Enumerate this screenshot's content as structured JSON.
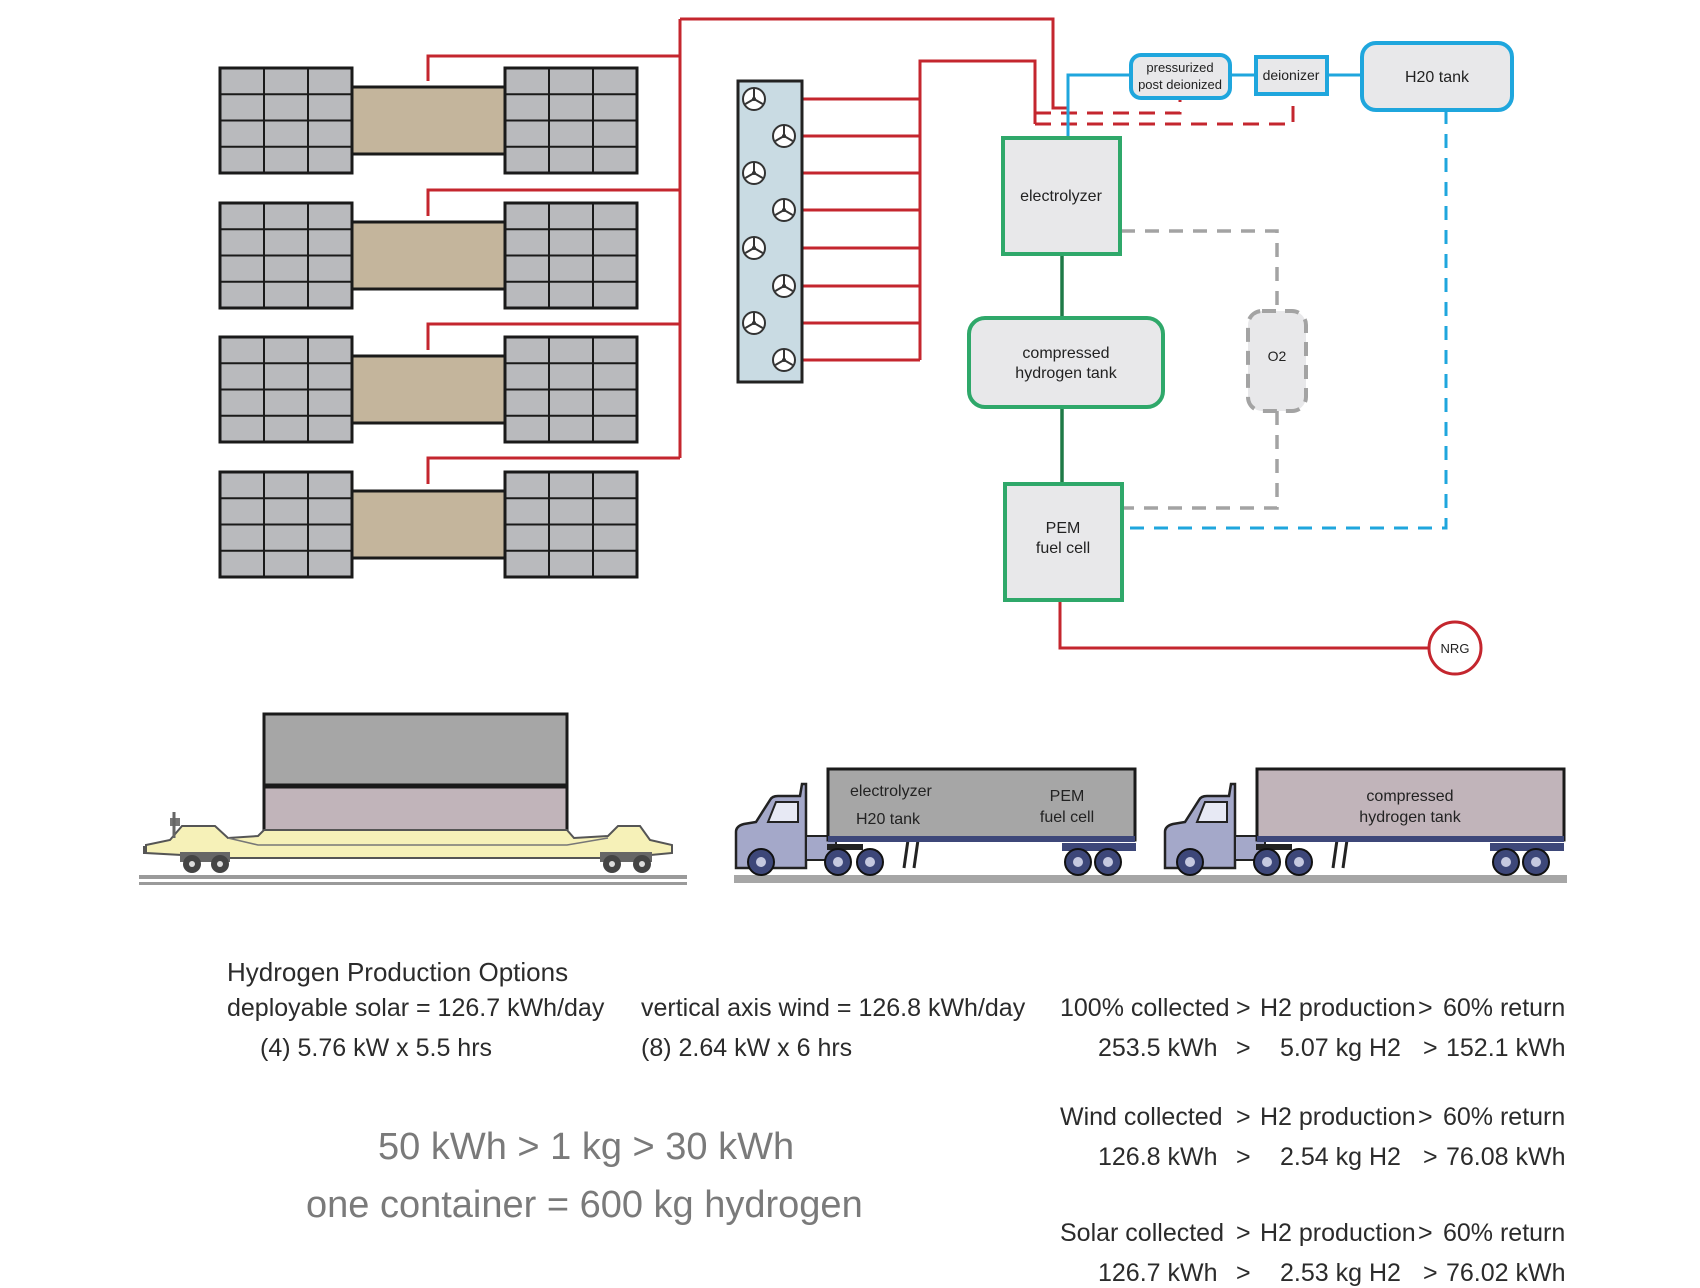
{
  "colors": {
    "red_line": "#c4262e",
    "blue_line": "#1fa6dd",
    "green_line": "#2fa86a",
    "dark_green_line": "#1e7a47",
    "gray_dash": "#a3a3a3",
    "panel_gray": "#b9babd",
    "battery_tan": "#c4b59c",
    "turbine_panel": "#c9dbe3",
    "box_fill": "#e8e8ea",
    "container_gray": "#a6a6a6",
    "container_mauve": "#c1b4ba",
    "railcar_yellow": "#f6f1b8",
    "truck_cab": "#a4a8c9"
  },
  "icons": {
    "turbine": "wind-turbine-icon",
    "truck": "semi-truck-icon",
    "railcar": "rail-flatcar-icon"
  },
  "components": {
    "pressurized": [
      "pressurized",
      "post deionized"
    ],
    "deionizer": "deionizer",
    "water_tank": "H20 tank",
    "electrolyzer": "electrolyzer",
    "compressed_tank": [
      "compressed",
      "hydrogen tank"
    ],
    "oxygen": "O2",
    "fuel_cell": [
      "PEM",
      "fuel cell"
    ],
    "energy": "NRG"
  },
  "vehicles": {
    "truck1": {
      "left_top": "electrolyzer",
      "left_bottom": "H20 tank",
      "right": [
        "PEM",
        "fuel cell"
      ]
    },
    "truck2": [
      "compressed",
      "hydrogen tank"
    ]
  },
  "text": {
    "title": "Hydrogen Production Options",
    "solar_line": "deployable solar = 126.7 kWh/day",
    "solar_detail": "(4)  5.76 kW x 5.5 hrs",
    "wind_line": "vertical axis wind = 126.8 kWh/day",
    "wind_detail": "(8)  2.64 kW x 6 hrs",
    "ratio": "50 kWh > 1 kg > 30 kWh",
    "container": "one container = 600 kg hydrogen",
    "table": [
      {
        "header": [
          "100% collected",
          ">",
          "H2 production",
          ">",
          "60% return"
        ],
        "values": [
          "253.5 kWh",
          ">",
          "5.07 kg H2",
          ">",
          "152.1 kWh"
        ]
      },
      {
        "header": [
          "Wind collected",
          ">",
          "H2 production",
          ">",
          "60% return"
        ],
        "values": [
          "126.8 kWh",
          ">",
          "2.54 kg H2",
          ">",
          "76.08 kWh"
        ]
      },
      {
        "header": [
          "Solar collected",
          ">",
          "H2 production",
          ">",
          "60% return"
        ],
        "values": [
          "126.7 kWh",
          ">",
          "2.53 kg H2",
          ">",
          "76.02 kWh"
        ]
      }
    ]
  }
}
